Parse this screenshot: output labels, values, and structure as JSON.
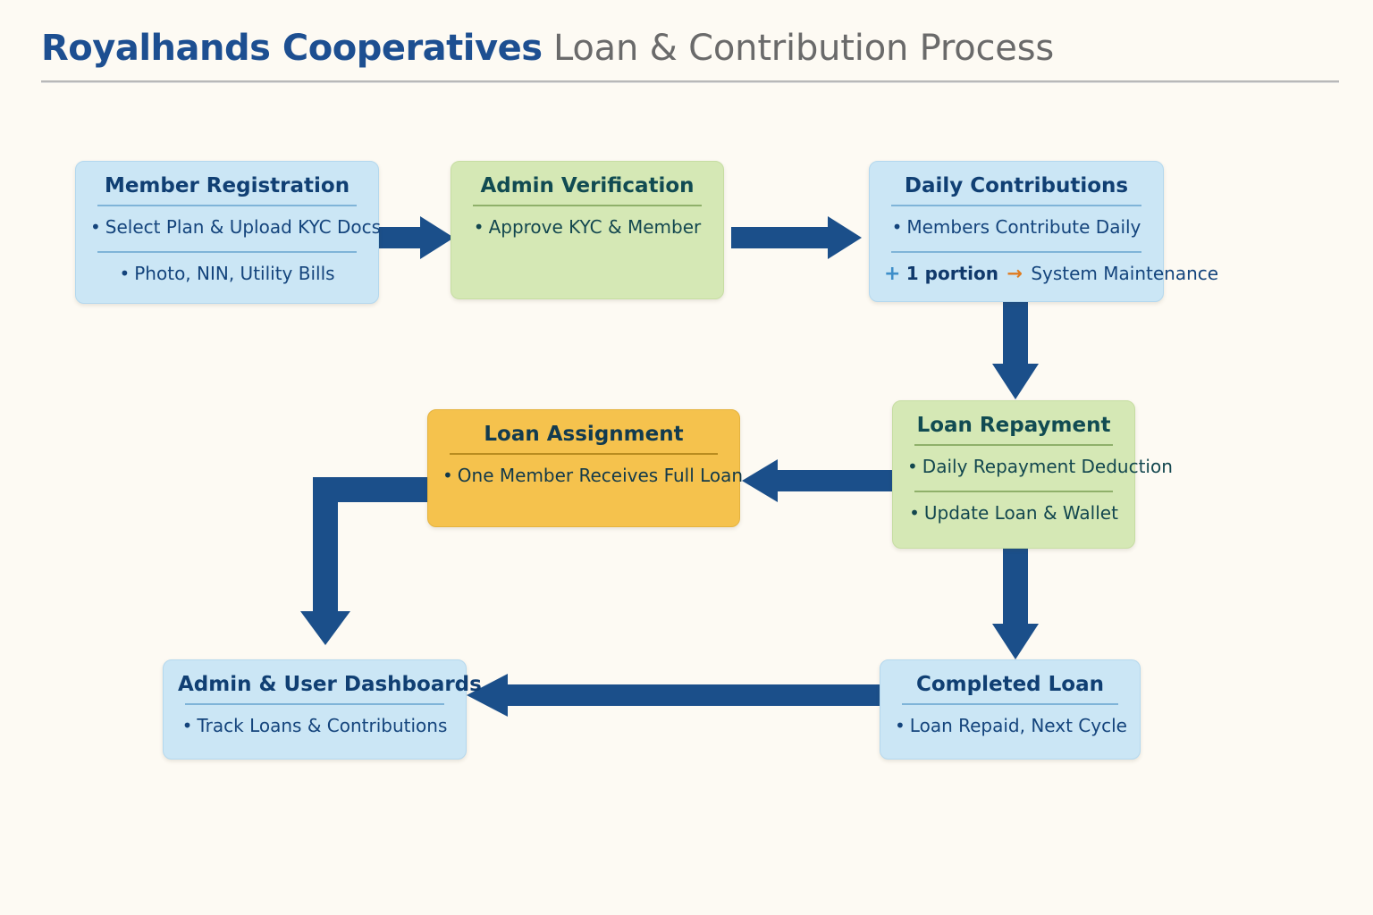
{
  "header": {
    "brand": "Royalhands Cooperatives",
    "subtitle": "Loan & Contribution Process"
  },
  "colors": {
    "background": "#fdfaf3",
    "brand_navy": "#1d4f91",
    "subtitle_gray": "#6a6a6a",
    "box_blue": "#cbe6f5",
    "box_green": "#d5e8b5",
    "box_amber": "#f5c24d",
    "arrow_navy": "#1b4f8a",
    "accent_orange": "#e07b1f",
    "accent_light_blue": "#3d8ec9"
  },
  "nodes": {
    "member_registration": {
      "title": "Member Registration",
      "items": [
        "Select Plan & Upload KYC Docs",
        "Photo, NIN, Utility Bills"
      ],
      "theme": "blue"
    },
    "admin_verification": {
      "title": "Admin Verification",
      "items": [
        "Approve KYC & Member"
      ],
      "theme": "green"
    },
    "daily_contributions": {
      "title": "Daily Contributions",
      "items": [
        "Members Contribute Daily"
      ],
      "note": {
        "plus": "+",
        "amount": "1 portion",
        "arrow": "→",
        "target": "System Maintenance"
      },
      "theme": "blue"
    },
    "loan_repayment": {
      "title": "Loan Repayment",
      "items": [
        "Daily Repayment Deduction",
        "Update Loan & Wallet"
      ],
      "theme": "green"
    },
    "loan_assignment": {
      "title": "Loan Assignment",
      "items": [
        "One Member Receives Full Loan"
      ],
      "theme": "amber"
    },
    "completed_loan": {
      "title": "Completed Loan",
      "items": [
        "Loan Repaid, Next Cycle"
      ],
      "theme": "blue"
    },
    "admin_user_dashboards": {
      "title": "Admin & User Dashboards",
      "items": [
        "Track Loans & Contributions"
      ],
      "theme": "blue"
    }
  },
  "connectors": [
    {
      "name": "registration-to-verification",
      "direction": "right"
    },
    {
      "name": "verification-to-contributions",
      "direction": "right"
    },
    {
      "name": "contributions-to-repayment",
      "direction": "down"
    },
    {
      "name": "repayment-to-assignment",
      "direction": "left"
    },
    {
      "name": "repayment-to-completed",
      "direction": "down"
    },
    {
      "name": "assignment-to-dashboards",
      "direction": "elbow-left-down"
    },
    {
      "name": "completed-to-dashboards",
      "direction": "left"
    }
  ],
  "bullet_glyph": "•"
}
